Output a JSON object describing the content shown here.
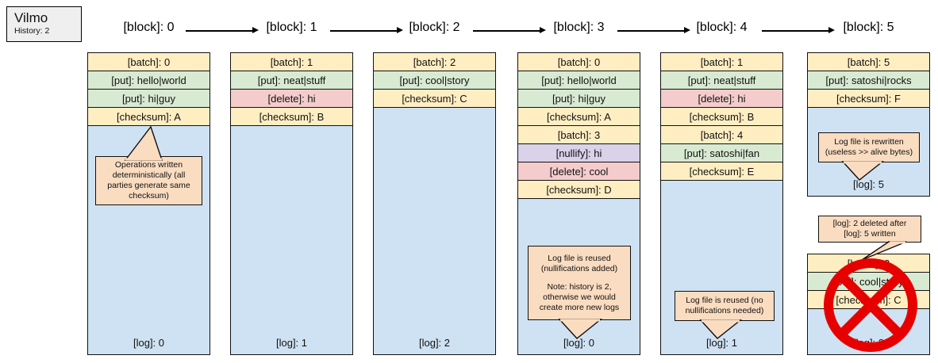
{
  "app": {
    "name": "Vilmo",
    "history_label": "History: 2"
  },
  "blocks": [
    {
      "label": "[block]: 0"
    },
    {
      "label": "[block]: 1"
    },
    {
      "label": "[block]: 2"
    },
    {
      "label": "[block]: 3"
    },
    {
      "label": "[block]: 4"
    },
    {
      "label": "[block]: 5"
    }
  ],
  "columns": [
    {
      "name": "log-column-0",
      "rows": [
        {
          "kind": "batch",
          "text": "[batch]: 0"
        },
        {
          "kind": "put",
          "text": "[put]: hello|world"
        },
        {
          "kind": "put",
          "text": "[put]: hi|guy"
        },
        {
          "kind": "checksum",
          "text": "[checksum]: A"
        }
      ],
      "log": "[log]: 0",
      "callout": {
        "lines": [
          "Operations written deterministically (all parties generate same checksum)"
        ]
      }
    },
    {
      "name": "log-column-1",
      "rows": [
        {
          "kind": "batch",
          "text": "[batch]: 1"
        },
        {
          "kind": "put",
          "text": "[put]: neat|stuff"
        },
        {
          "kind": "delete",
          "text": "[delete]: hi"
        },
        {
          "kind": "checksum",
          "text": "[checksum]: B"
        }
      ],
      "log": "[log]: 1",
      "callout": null
    },
    {
      "name": "log-column-2",
      "rows": [
        {
          "kind": "batch",
          "text": "[batch]: 2"
        },
        {
          "kind": "put",
          "text": "[put]: cool|story"
        },
        {
          "kind": "checksum",
          "text": "[checksum]: C"
        }
      ],
      "log": "[log]: 2",
      "callout": null
    },
    {
      "name": "log-column-3",
      "rows": [
        {
          "kind": "batch",
          "text": "[batch]: 0"
        },
        {
          "kind": "put",
          "text": "[put]: hello|world"
        },
        {
          "kind": "put",
          "text": "[put]: hi|guy"
        },
        {
          "kind": "checksum",
          "text": "[checksum]: A"
        },
        {
          "kind": "batch",
          "text": "[batch]: 3"
        },
        {
          "kind": "nullify",
          "text": "[nullify]: hi"
        },
        {
          "kind": "delete",
          "text": "[delete]: cool"
        },
        {
          "kind": "checksum",
          "text": "[checksum]: D"
        }
      ],
      "log": "[log]: 0",
      "callout": {
        "lines": [
          "Log file is reused (nullifications added)",
          "Note: history is 2, otherwise we would create more new logs"
        ]
      }
    },
    {
      "name": "log-column-4",
      "rows": [
        {
          "kind": "batch",
          "text": "[batch]: 1"
        },
        {
          "kind": "put",
          "text": "[put]: neat|stuff"
        },
        {
          "kind": "delete",
          "text": "[delete]: hi"
        },
        {
          "kind": "checksum",
          "text": "[checksum]: B"
        },
        {
          "kind": "batch",
          "text": "[batch]: 4"
        },
        {
          "kind": "put",
          "text": "[put]: satoshi|fan"
        },
        {
          "kind": "checksum",
          "text": "[checksum]: E"
        }
      ],
      "log": "[log]: 1",
      "callout": {
        "lines": [
          "Log file is reused (no nullifications needed)"
        ]
      }
    },
    {
      "name": "log-column-5",
      "rows": [
        {
          "kind": "batch",
          "text": "[batch]: 5"
        },
        {
          "kind": "put",
          "text": "[put]: satoshi|rocks"
        },
        {
          "kind": "checksum",
          "text": "[checksum]: F"
        }
      ],
      "log": "[log]: 5",
      "callout": {
        "lines": [
          "Log file is rewritten (useless >> alive bytes)"
        ]
      }
    }
  ],
  "deleted_column": {
    "name": "log-column-5-deleted",
    "rows": [
      {
        "kind": "batch",
        "text": "[batch]: 2"
      },
      {
        "kind": "put",
        "text": "[put]: cool|story"
      },
      {
        "kind": "checksum",
        "text": "[checksum]: C"
      }
    ],
    "log": "[log]: 2",
    "callout": {
      "lines": [
        "[log]: 2 deleted after [log]: 5 written"
      ]
    },
    "marker": "red-prohibition-mark"
  },
  "colors": {
    "batch": "#ffeec2",
    "checksum": "#ffeec2",
    "put": "#d9ead3",
    "delete": "#f4cccc",
    "nullify": "#d9d2e9",
    "log_area": "#cfe2f3",
    "callout": "#fadcc0",
    "deleted_marker": "#e60000",
    "title_box": "#efefef"
  }
}
